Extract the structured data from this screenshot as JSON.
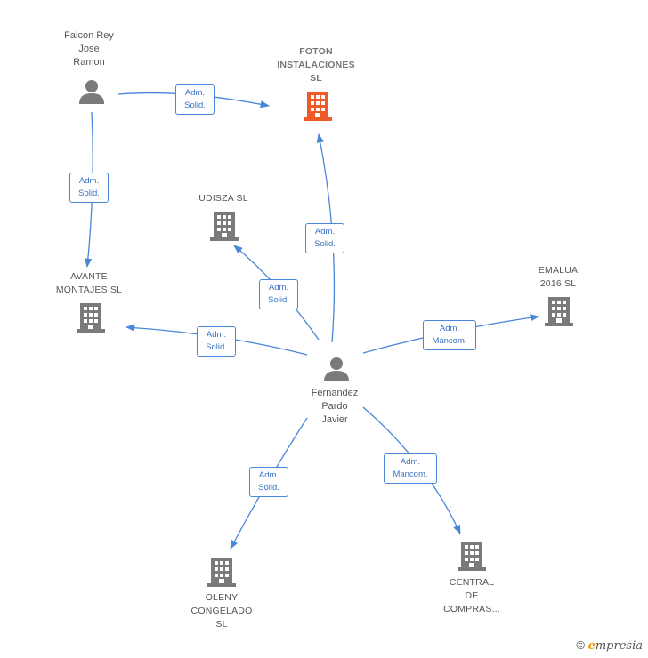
{
  "nodes": {
    "falcon": {
      "name": "Falcon Rey\nJose\nRamon",
      "icon": "person-icon"
    },
    "foton": {
      "name": "FOTON\nINSTALACIONES\nSL",
      "icon": "building-icon",
      "color": "#f05a28"
    },
    "udisza": {
      "name": "UDISZA  SL",
      "icon": "building-icon"
    },
    "avante": {
      "name": "AVANTE\nMONTAJES  SL",
      "icon": "building-icon"
    },
    "emalua": {
      "name": "EMALUA\n2016  SL",
      "icon": "building-icon"
    },
    "fernandez": {
      "name": "Fernandez\nPardo\nJavier",
      "icon": "person-icon"
    },
    "oleny": {
      "name": "OLENY\nCONGELADO\nSL",
      "icon": "building-icon"
    },
    "central": {
      "name": "CENTRAL\nDE\nCOMPRAS...",
      "icon": "building-icon"
    }
  },
  "edges": [
    {
      "from": "falcon",
      "to": "foton",
      "label": "Adm.\nSolid."
    },
    {
      "from": "falcon",
      "to": "avante",
      "label": "Adm.\nSolid."
    },
    {
      "from": "fernandez",
      "to": "foton",
      "label": "Adm.\nSolid."
    },
    {
      "from": "fernandez",
      "to": "udisza",
      "label": "Adm.\nSolid."
    },
    {
      "from": "fernandez",
      "to": "avante",
      "label": "Adm.\nSolid."
    },
    {
      "from": "fernandez",
      "to": "emalua",
      "label": "Adm.\nMancom."
    },
    {
      "from": "fernandez",
      "to": "oleny",
      "label": "Adm.\nSolid."
    },
    {
      "from": "fernandez",
      "to": "central",
      "label": "Adm.\nMancom."
    }
  ],
  "colors": {
    "edge": "#4a86d8",
    "icon": "#7a7a7a",
    "focus": "#f05a28"
  },
  "footer": {
    "copyright": "©",
    "brand_initial": "e",
    "brand_rest": "mpresia"
  }
}
